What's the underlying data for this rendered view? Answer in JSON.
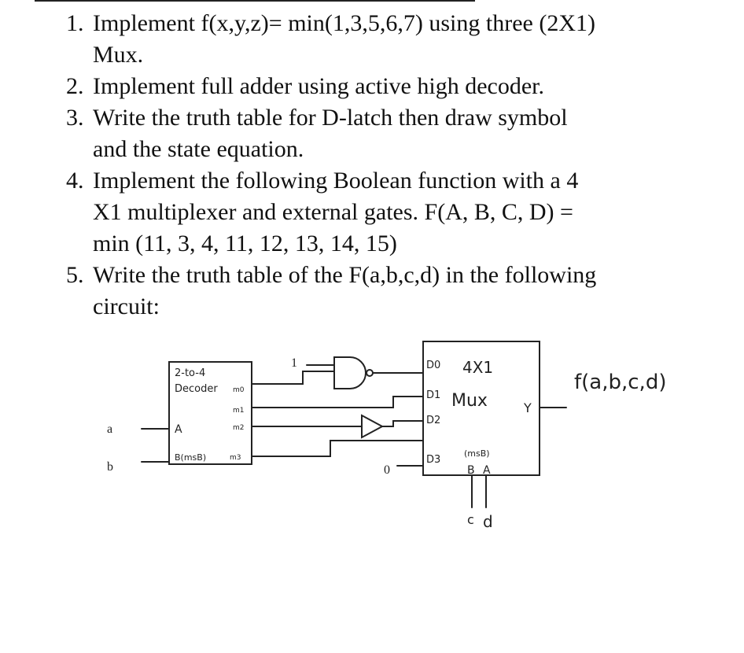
{
  "questions": [
    {
      "number": "1.",
      "lines": [
        "Implement f(x,y,z)= min(1,3,5,6,7) using three (2X1)",
        "Mux."
      ]
    },
    {
      "number": "2.",
      "lines": [
        "Implement full adder using active high decoder."
      ]
    },
    {
      "number": "3.",
      "lines": [
        "Write the truth table for D-latch then draw symbol",
        "and the state equation."
      ]
    },
    {
      "number": "4.",
      "lines": [
        "Implement the following Boolean function with a 4",
        "X1 multiplexer and external gates. F(A, B, C, D) =",
        "min (11, 3, 4, 11, 12, 13, 14, 15)"
      ]
    },
    {
      "number": "5.",
      "lines": [
        "Write the truth table of the F(a,b,c,d) in the following",
        "circuit:"
      ]
    }
  ],
  "circuit": {
    "decoder_label_1": "2-to-4",
    "decoder_label_2": "Decoder",
    "decoder_out_0": "m0",
    "decoder_out_1": "m1",
    "decoder_out_2": "m2",
    "decoder_out_3": "m3",
    "decoder_in_a": "A",
    "decoder_in_b": "B(msB)",
    "input_a": "a",
    "input_b": "b",
    "constant_one": "1",
    "constant_zero": "0",
    "mux_in_0": "D0",
    "mux_in_1": "D1",
    "mux_in_2": "D2",
    "mux_in_3": "D3",
    "mux_label_1": "4X1",
    "mux_label_2": "Mux",
    "mux_out": "Y",
    "mux_sel_note": "(msB)",
    "mux_sel_b": "B",
    "mux_sel_a": "A",
    "select_c": "c",
    "select_d": "d",
    "output_label": "f(a,b,c,d)"
  }
}
